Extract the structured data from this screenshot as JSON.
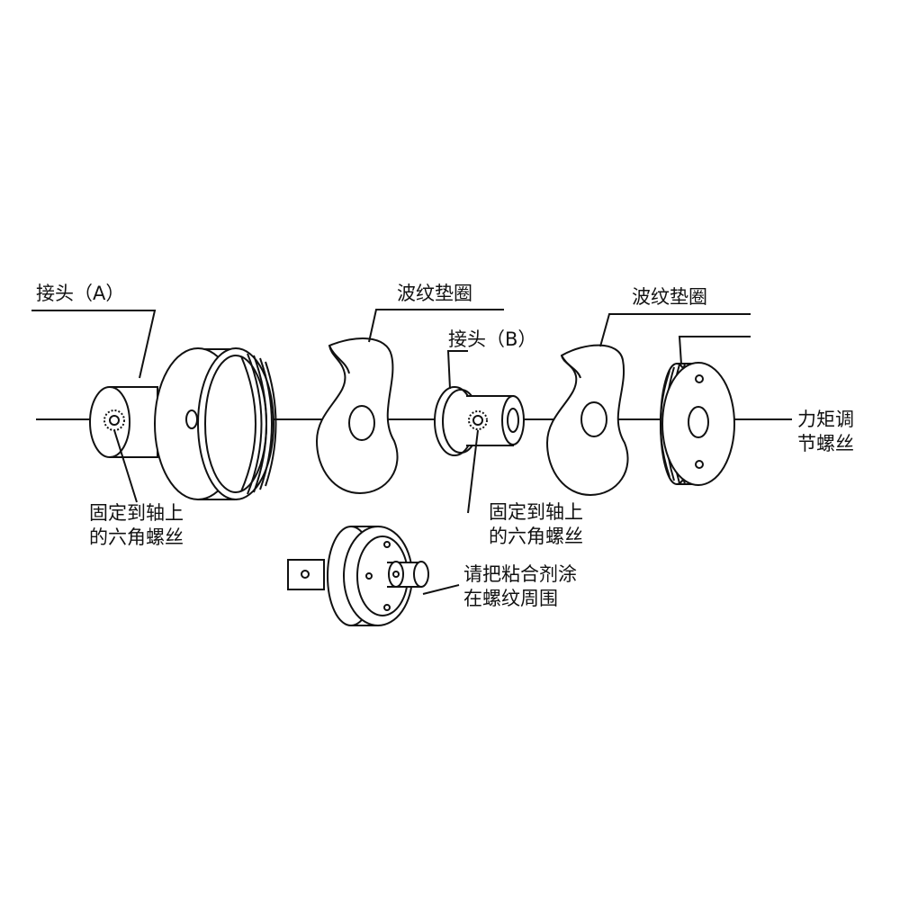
{
  "labels": {
    "coupling_a": "接头（A）",
    "wave_washer_1": "波纹垫圈",
    "coupling_b": "接头（B）",
    "wave_washer_2": "波纹垫圈",
    "torque_screw": [
      "力矩调",
      "节螺丝"
    ],
    "hex_screw_a": [
      "固定到轴上",
      "的六角螺丝"
    ],
    "hex_screw_b": [
      "固定到轴上",
      "的六角螺丝"
    ],
    "adhesive_note": [
      "请把粘合剂涂",
      "在螺纹周围"
    ]
  },
  "colors": {
    "line": "#111111",
    "background": "#ffffff"
  }
}
